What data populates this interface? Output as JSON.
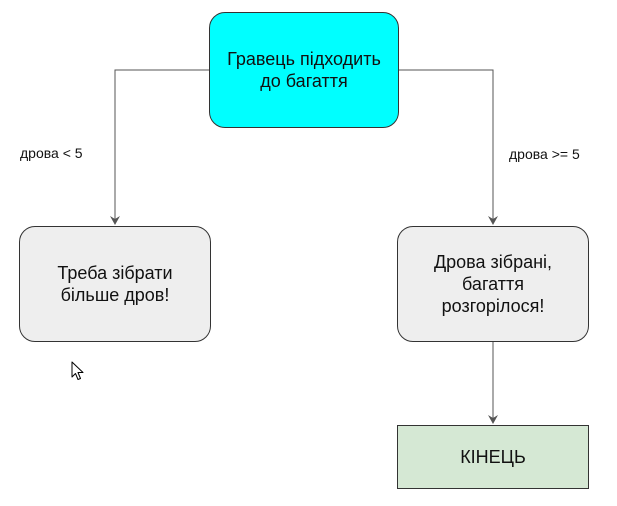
{
  "nodes": {
    "start": {
      "label": "Гравець підходить до багаття",
      "fill": "#00ffff"
    },
    "collect": {
      "label": "Треба зібрати більше дров!",
      "fill": "#eeeeee"
    },
    "fire": {
      "label": "Дрова зібрані, багаття розгорілося!",
      "fill": "#eeeeee"
    },
    "end": {
      "label": "КІНЕЦЬ",
      "fill": "#d5e8d4"
    }
  },
  "edges": {
    "left_condition": "дрова < 5",
    "right_condition": "дрова >= 5"
  },
  "colors": {
    "line": "#555555",
    "border": "#333333"
  },
  "icons": {
    "cursor": "mouse-pointer-icon"
  }
}
